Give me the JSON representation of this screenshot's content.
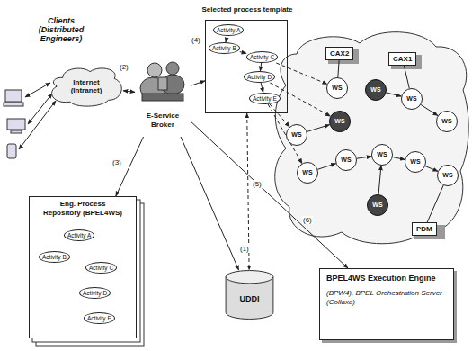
{
  "diagram": {
    "nodes": [
      {
        "text": [
          "Selected process template"
        ]
      },
      {
        "text": [
          "Activity A"
        ],
        "in": 0
      },
      {
        "text": [
          "Activity B"
        ],
        "in": 0
      },
      {
        "text": [
          "Activity C"
        ],
        "in": 0
      },
      {
        "text": [
          "Activity D"
        ],
        "in": 0
      },
      {
        "text": [
          "Activity E"
        ],
        "in": 0
      },
      {
        "text": [
          "Internet (Intranet)"
        ]
      },
      {
        "text": [
          "E-Service Broker"
        ]
      },
      {
        "text": [
          "Eng. Process Repository (BPEL4WS)"
        ]
      },
      {
        "text": [
          "Activity A"
        ],
        "in": 8
      },
      {
        "text": [
          "Activity B"
        ],
        "in": 8
      },
      {
        "text": [
          "Activity C"
        ],
        "in": 8
      },
      {
        "text": [
          "Activity D"
        ],
        "in": 8
      },
      {
        "text": [
          "Activity E"
        ],
        "in": 8
      },
      {
        "text": [
          "UDDI"
        ]
      },
      {
        "text": [
          "BPEL4WS Execution Engine",
          "(BPW4), BPEL Orchestration Server (Collaxa)"
        ]
      },
      {
        "text": [
          "CAX2"
        ]
      },
      {
        "text": [
          "CAX1"
        ]
      },
      {
        "text": [
          "PDM"
        ]
      },
      {
        "text": [
          "WS"
        ]
      },
      {
        "text": [
          "WS"
        ]
      },
      {
        "text": [
          "WS"
        ]
      },
      {
        "text": [
          "WS"
        ]
      },
      {
        "text": [
          "WS"
        ]
      },
      {
        "text": [
          "WS"
        ]
      },
      {
        "text": [
          "WS"
        ]
      },
      {
        "text": [
          "WS"
        ]
      },
      {
        "text": [
          "WS"
        ]
      },
      {
        "text": [
          "WS"
        ]
      },
      {
        "text": [
          "WS"
        ]
      },
      {
        "text": [
          "WS"
        ]
      }
    ],
    "edges": [
      {
        "from": 1,
        "to": 2,
        "arrow": "to"
      },
      {
        "from": 2,
        "to": 3,
        "arrow": "to"
      },
      {
        "from": 3,
        "to": 4,
        "arrow": "to"
      },
      {
        "from": 4,
        "to": 5,
        "arrow": "to"
      },
      {
        "from": 9,
        "to": 10,
        "arrow": "to"
      },
      {
        "from": 10,
        "to": 11,
        "arrow": "to"
      },
      {
        "from": 11,
        "to": 12,
        "arrow": "to"
      },
      {
        "from": 12,
        "to": 13,
        "arrow": "to"
      },
      {
        "from": 6,
        "to": 7,
        "arrow": "both"
      },
      {
        "from": 7,
        "to": 8,
        "arrow": "to"
      },
      {
        "from": 7,
        "to": 0,
        "arrow": "to"
      },
      {
        "from": 7,
        "to": 14,
        "arrow": "to"
      },
      {
        "from": 7,
        "to": 15,
        "arrow": "to"
      },
      {
        "from": 0,
        "to": 14,
        "arrow": "both"
      },
      {
        "from": 3,
        "to": 20,
        "arrow": "to"
      },
      {
        "from": 4,
        "to": 24,
        "arrow": "to"
      },
      {
        "from": 5,
        "to": 19,
        "arrow": "to"
      },
      {
        "from": 5,
        "to": 25,
        "arrow": "to"
      },
      {
        "from": 16,
        "to": 20,
        "arrow": "none"
      },
      {
        "from": 17,
        "to": 22,
        "arrow": "none"
      },
      {
        "from": 22,
        "to": 23,
        "arrow": "to"
      },
      {
        "from": 19,
        "to": 24,
        "arrow": "to"
      },
      {
        "from": 25,
        "to": 26,
        "arrow": "to"
      },
      {
        "from": 26,
        "to": 27,
        "arrow": "to"
      },
      {
        "from": 27,
        "to": 28,
        "arrow": "to"
      },
      {
        "from": 28,
        "to": 29,
        "arrow": "to"
      },
      {
        "from": 29,
        "to": 18,
        "arrow": "none"
      },
      {
        "from": 30,
        "to": 27,
        "arrow": "to"
      },
      {
        "from": 21,
        "to": 22,
        "arrow": "to"
      }
    ],
    "labels": [
      "Clients (Distributed Engineers)",
      "(1)",
      "(2)",
      "(3)",
      "(4)",
      "(5)",
      "(6)"
    ]
  }
}
